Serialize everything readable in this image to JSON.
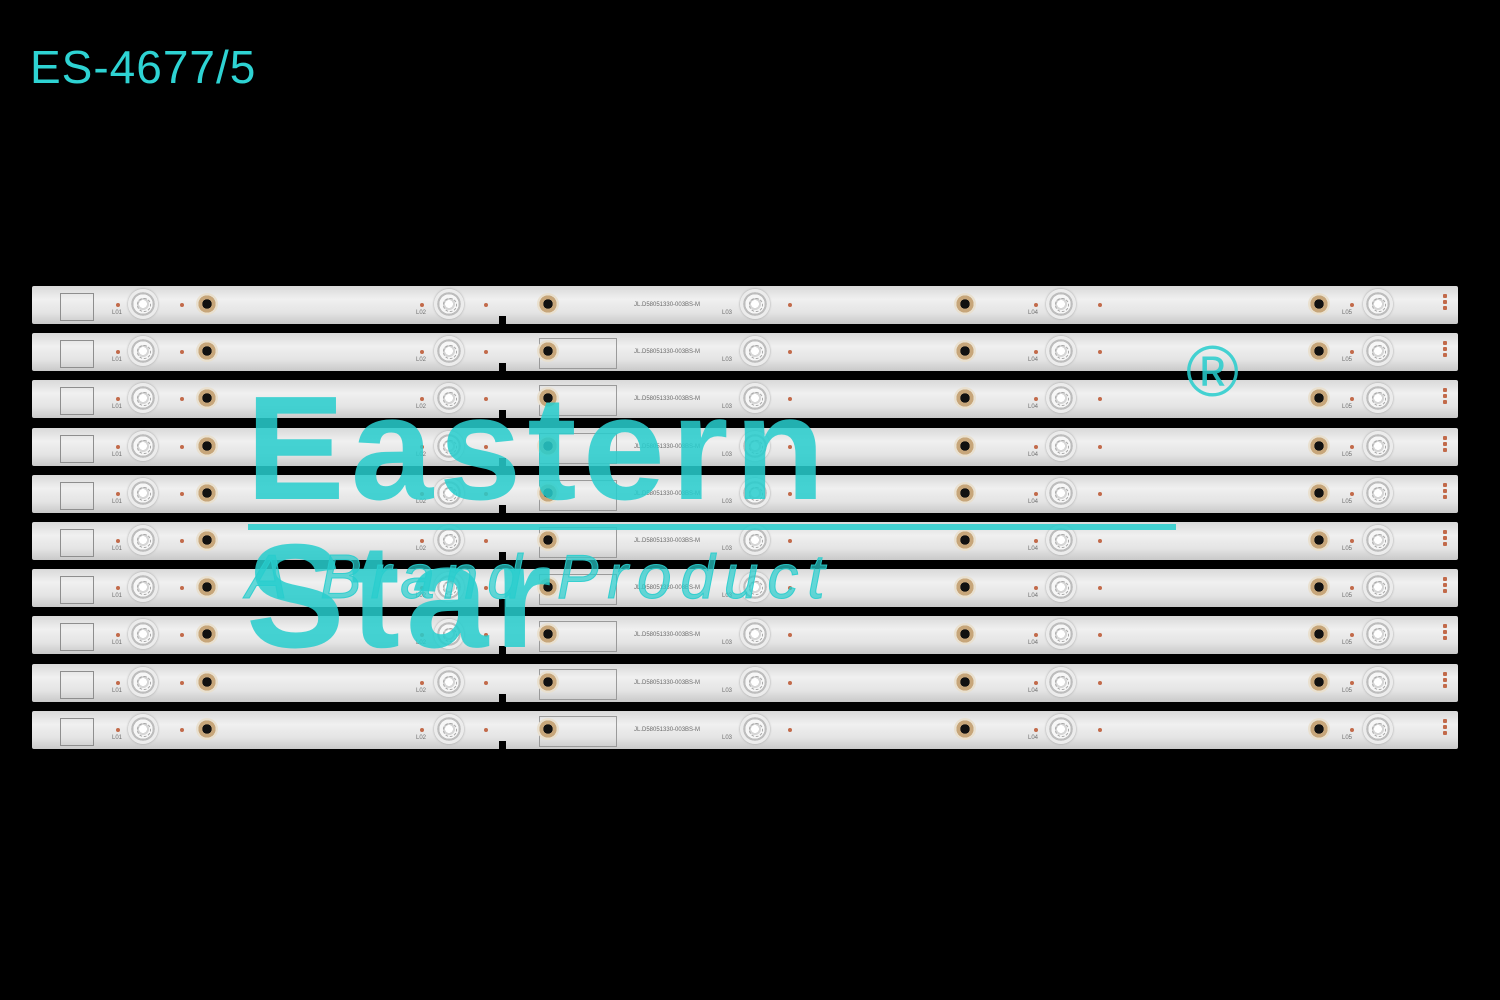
{
  "code": "ES-4677/5",
  "watermark": {
    "title": "Eastern Star",
    "registered": "®",
    "subtitle": "A Brand Product"
  },
  "strip": {
    "part_number": "JL.D58051330-003BS-M",
    "led_labels": [
      "L01",
      "L02",
      "L03",
      "L04",
      "L05"
    ],
    "count": 10
  },
  "colors": {
    "background": "#000000",
    "accent": "#2ed3d3",
    "strip": "#e6e6e6"
  }
}
